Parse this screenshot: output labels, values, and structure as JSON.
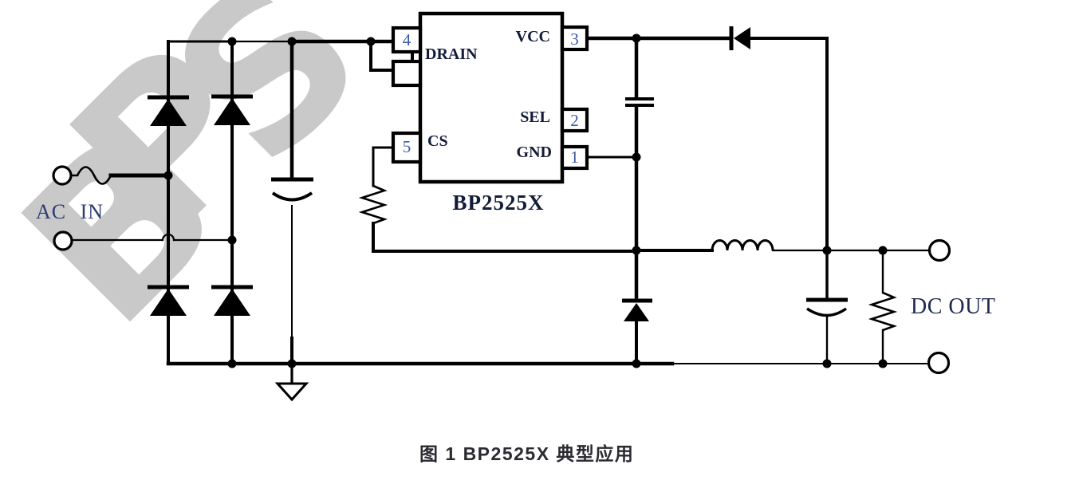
{
  "watermark": {
    "letters": [
      "B",
      "P",
      "S"
    ],
    "color": "#c9c9c9"
  },
  "io": {
    "ac_in": "AC IN",
    "dc_out": "DC OUT"
  },
  "ic": {
    "name": "BP2525X",
    "pins": [
      {
        "number": "4",
        "label": "DRAIN",
        "side": "left"
      },
      {
        "number": "5",
        "label": "CS",
        "side": "left"
      },
      {
        "number": "3",
        "label": "VCC",
        "side": "right"
      },
      {
        "number": "2",
        "label": "SEL",
        "side": "right"
      },
      {
        "number": "1",
        "label": "GND",
        "side": "right"
      }
    ]
  },
  "caption": "图 1 BP2525X 典型应用",
  "colors": {
    "line": "#000000",
    "pin_label": "#121b38",
    "pin_number": "#3a57ad",
    "io_label": "#2b3c72",
    "caption": "#2a2a30",
    "watermark": "#c9c9c9",
    "background": "#ffffff"
  }
}
